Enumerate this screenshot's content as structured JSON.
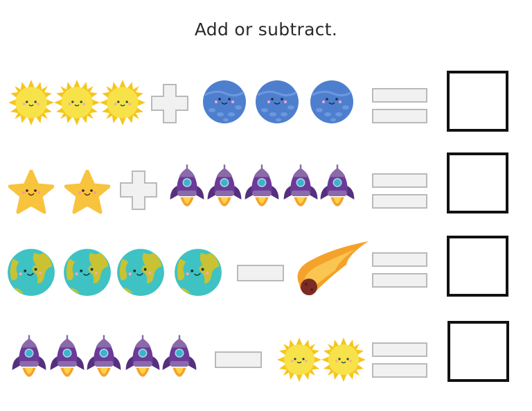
{
  "worksheet": {
    "title": "Add or subtract.",
    "colors": {
      "sun": "#f7e24a",
      "sun_rays": "#f6c51c",
      "planet_blue": "#4e7fcf",
      "star": "#f8c33d",
      "rocket_body": "#6c3a99",
      "rocket_window": "#3bb3cc",
      "earth_ocean": "#3fc2c3",
      "earth_land": "#c9c232",
      "comet_fire": "#f4a22a",
      "comet_rock": "#7a2c24",
      "operator_fill": "#f1f1f1",
      "operator_border": "#b9b9b9",
      "answer_border": "#111111"
    },
    "problems": [
      {
        "left": {
          "icon": "sun",
          "count": 3
        },
        "operator": "plus",
        "right": {
          "icon": "blue-planet",
          "count": 3
        },
        "equals": "equals",
        "answer": ""
      },
      {
        "left": {
          "icon": "starfish",
          "count": 2
        },
        "operator": "plus",
        "right": {
          "icon": "rocket",
          "count": 5
        },
        "equals": "equals",
        "answer": ""
      },
      {
        "left": {
          "icon": "earth",
          "count": 4
        },
        "operator": "minus",
        "right": {
          "icon": "comet",
          "count": 1
        },
        "equals": "equals",
        "answer": ""
      },
      {
        "left": {
          "icon": "rocket",
          "count": 5
        },
        "operator": "minus",
        "right": {
          "icon": "sun",
          "count": 2
        },
        "equals": "equals",
        "answer": ""
      }
    ]
  }
}
